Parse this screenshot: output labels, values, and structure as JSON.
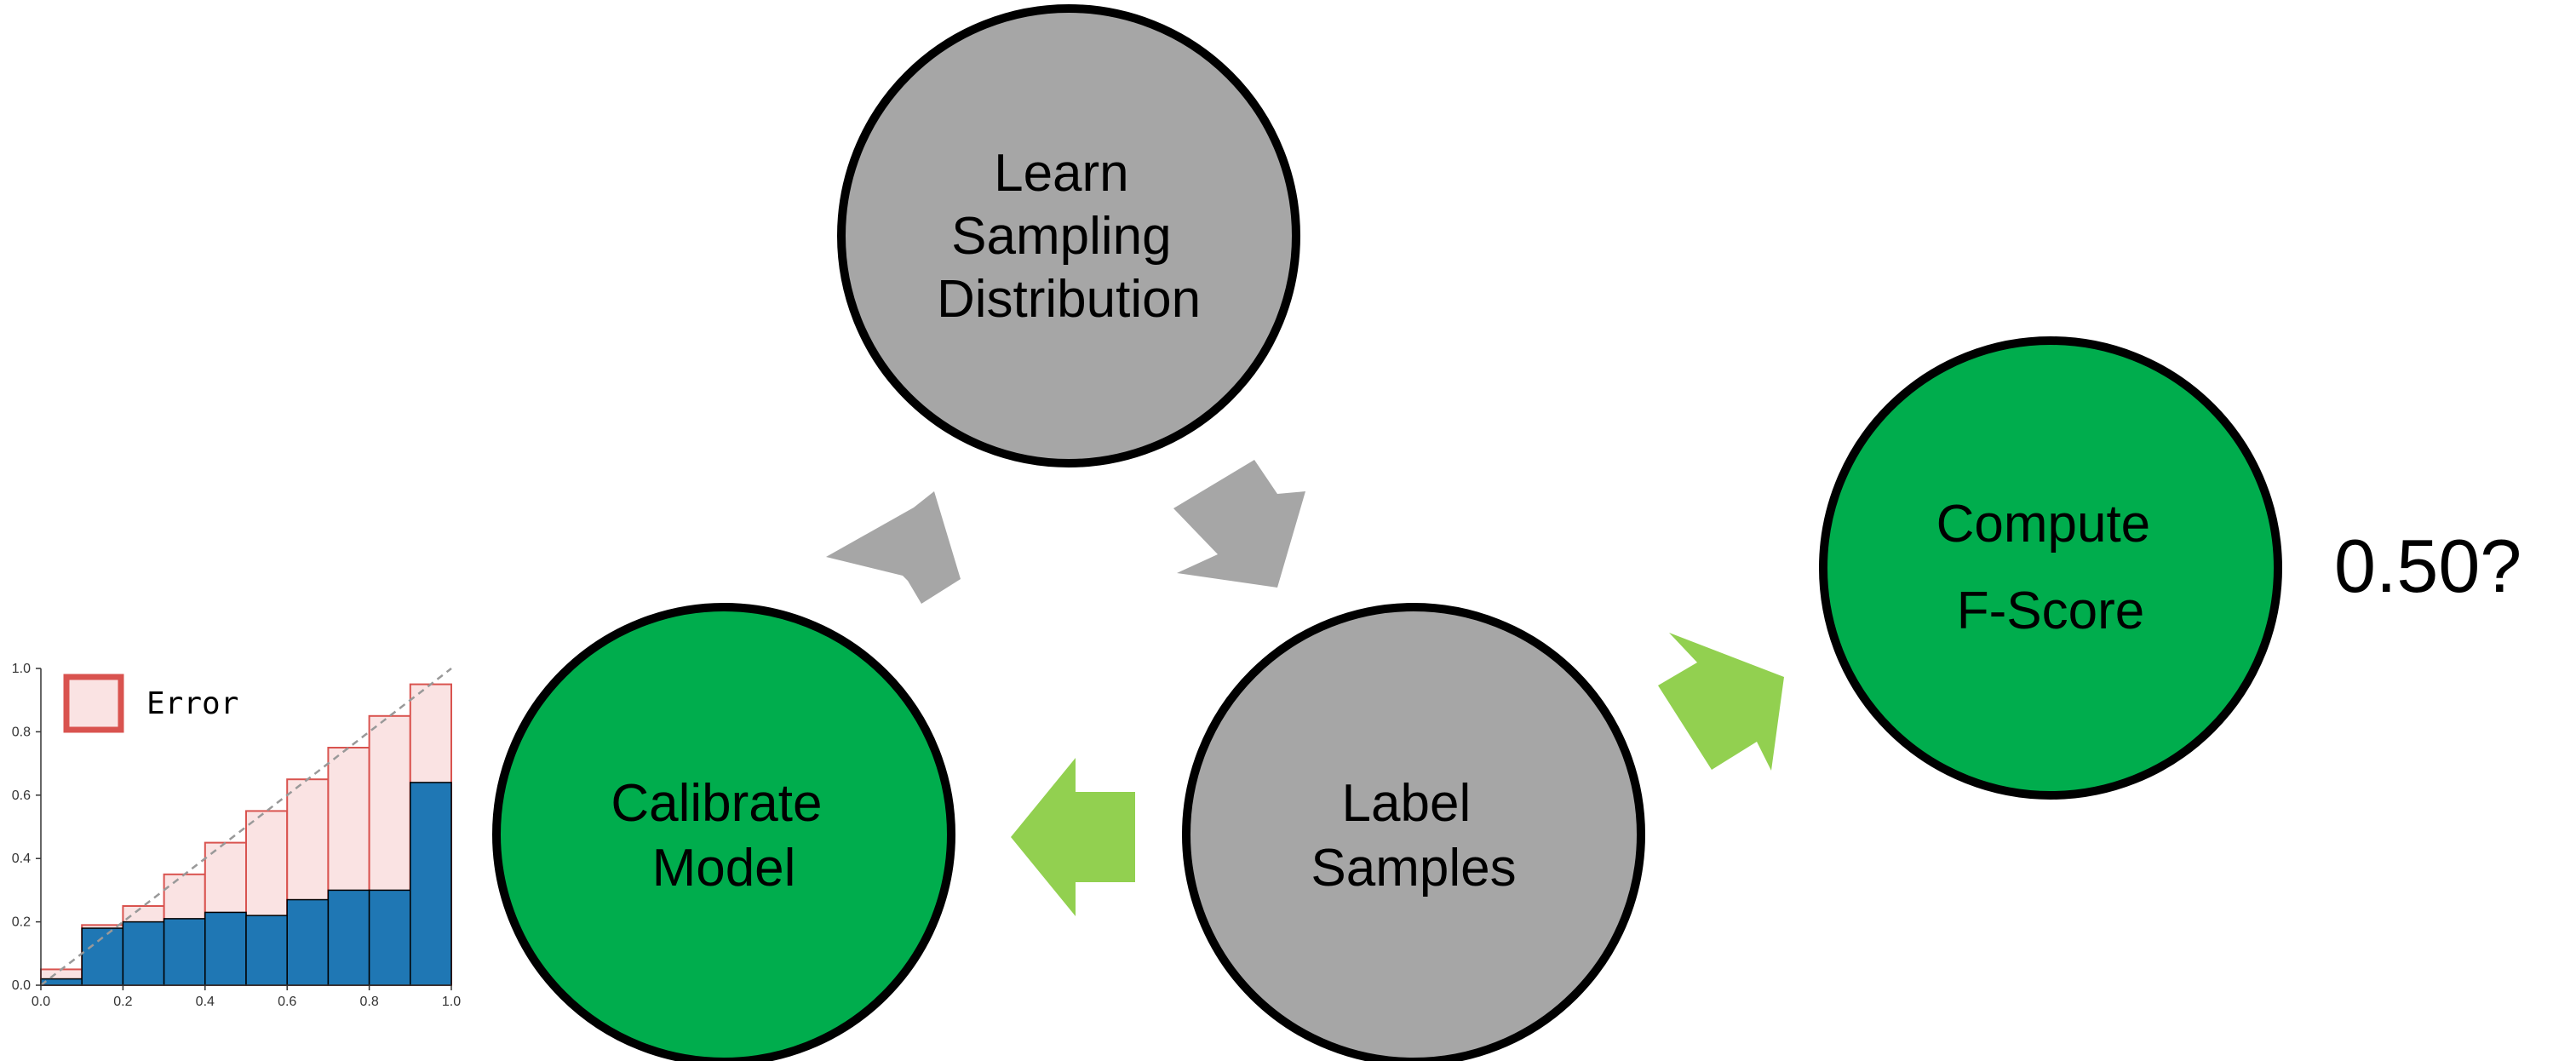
{
  "colors": {
    "green_node": "#00ad4d",
    "gray_node": "#a6a6a6",
    "gray_arrow": "#a6a6a6",
    "green_arrow": "#92d050",
    "outline": "#000000",
    "bar_fill": "#1f77b4",
    "error_fill": "#fae3e3",
    "error_edge": "#d9534f",
    "diagonal": "#999999"
  },
  "nodes": {
    "learn": {
      "lines": [
        "Learn",
        "Sampling",
        "Distribution"
      ]
    },
    "label": {
      "lines": [
        "Label",
        "Samples"
      ]
    },
    "calibrate": {
      "lines": [
        "Calibrate",
        "Model"
      ]
    },
    "compute": {
      "lines": [
        "Compute",
        "F-Score"
      ]
    }
  },
  "result": {
    "text": "0.50?"
  },
  "chart_data": {
    "type": "bar",
    "x_bins": [
      0.0,
      0.1,
      0.2,
      0.3,
      0.4,
      0.5,
      0.6,
      0.7,
      0.8,
      0.9,
      1.0
    ],
    "values": [
      0.02,
      0.18,
      0.2,
      0.21,
      0.23,
      0.22,
      0.27,
      0.3,
      0.3,
      0.64
    ],
    "gap_tops": [
      0.05,
      0.19,
      0.25,
      0.35,
      0.45,
      0.55,
      0.65,
      0.75,
      0.85,
      0.95
    ],
    "legend": [
      "Error"
    ],
    "xlim": [
      0,
      1
    ],
    "ylim": [
      0,
      1
    ],
    "xticks": [
      "0.0",
      "0.2",
      "0.4",
      "0.6",
      "0.8",
      "1.0"
    ],
    "yticks": [
      "0.0",
      "0.2",
      "0.4",
      "0.6",
      "0.8",
      "1.0"
    ],
    "title": "",
    "xlabel": "",
    "ylabel": ""
  }
}
